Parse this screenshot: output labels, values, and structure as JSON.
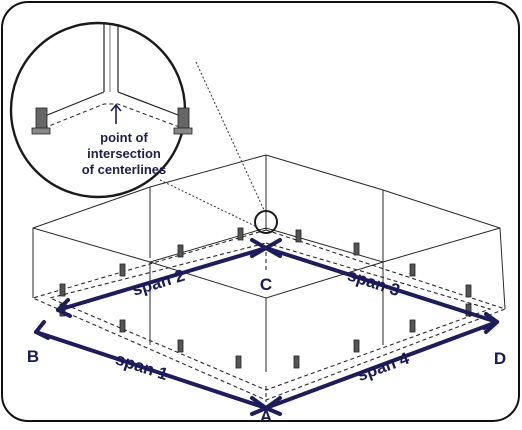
{
  "labels": {
    "span1": "span 1",
    "span2": "span 2",
    "span3": "span 3",
    "span4": "span 4",
    "point_a": "A",
    "point_b": "B",
    "point_c": "C",
    "point_d": "D"
  },
  "callout": {
    "line1": "point of",
    "line2": "intersection",
    "line3": "of centerlines"
  },
  "colors": {
    "arrow": "#1d1d5c",
    "text": "#1a1a5a",
    "line": "#2a2a2a"
  }
}
